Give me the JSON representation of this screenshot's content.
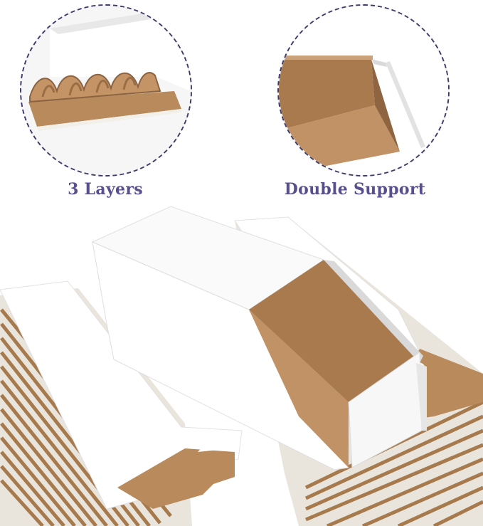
{
  "features": [
    {
      "label": "3 Layers",
      "icon": "corrugated-layers-closeup"
    },
    {
      "label": "Double Support",
      "icon": "box-corner-closeup"
    }
  ],
  "colors": {
    "caption": "#5a4f8e",
    "dashed_border": "#3e3a6b",
    "kraft": "#b3865a",
    "kraft_dark": "#8c6340",
    "white_board": "#ffffff"
  },
  "product": {
    "subject": "stack of flat white corrugated bin boxes with one assembled open-front bin"
  }
}
